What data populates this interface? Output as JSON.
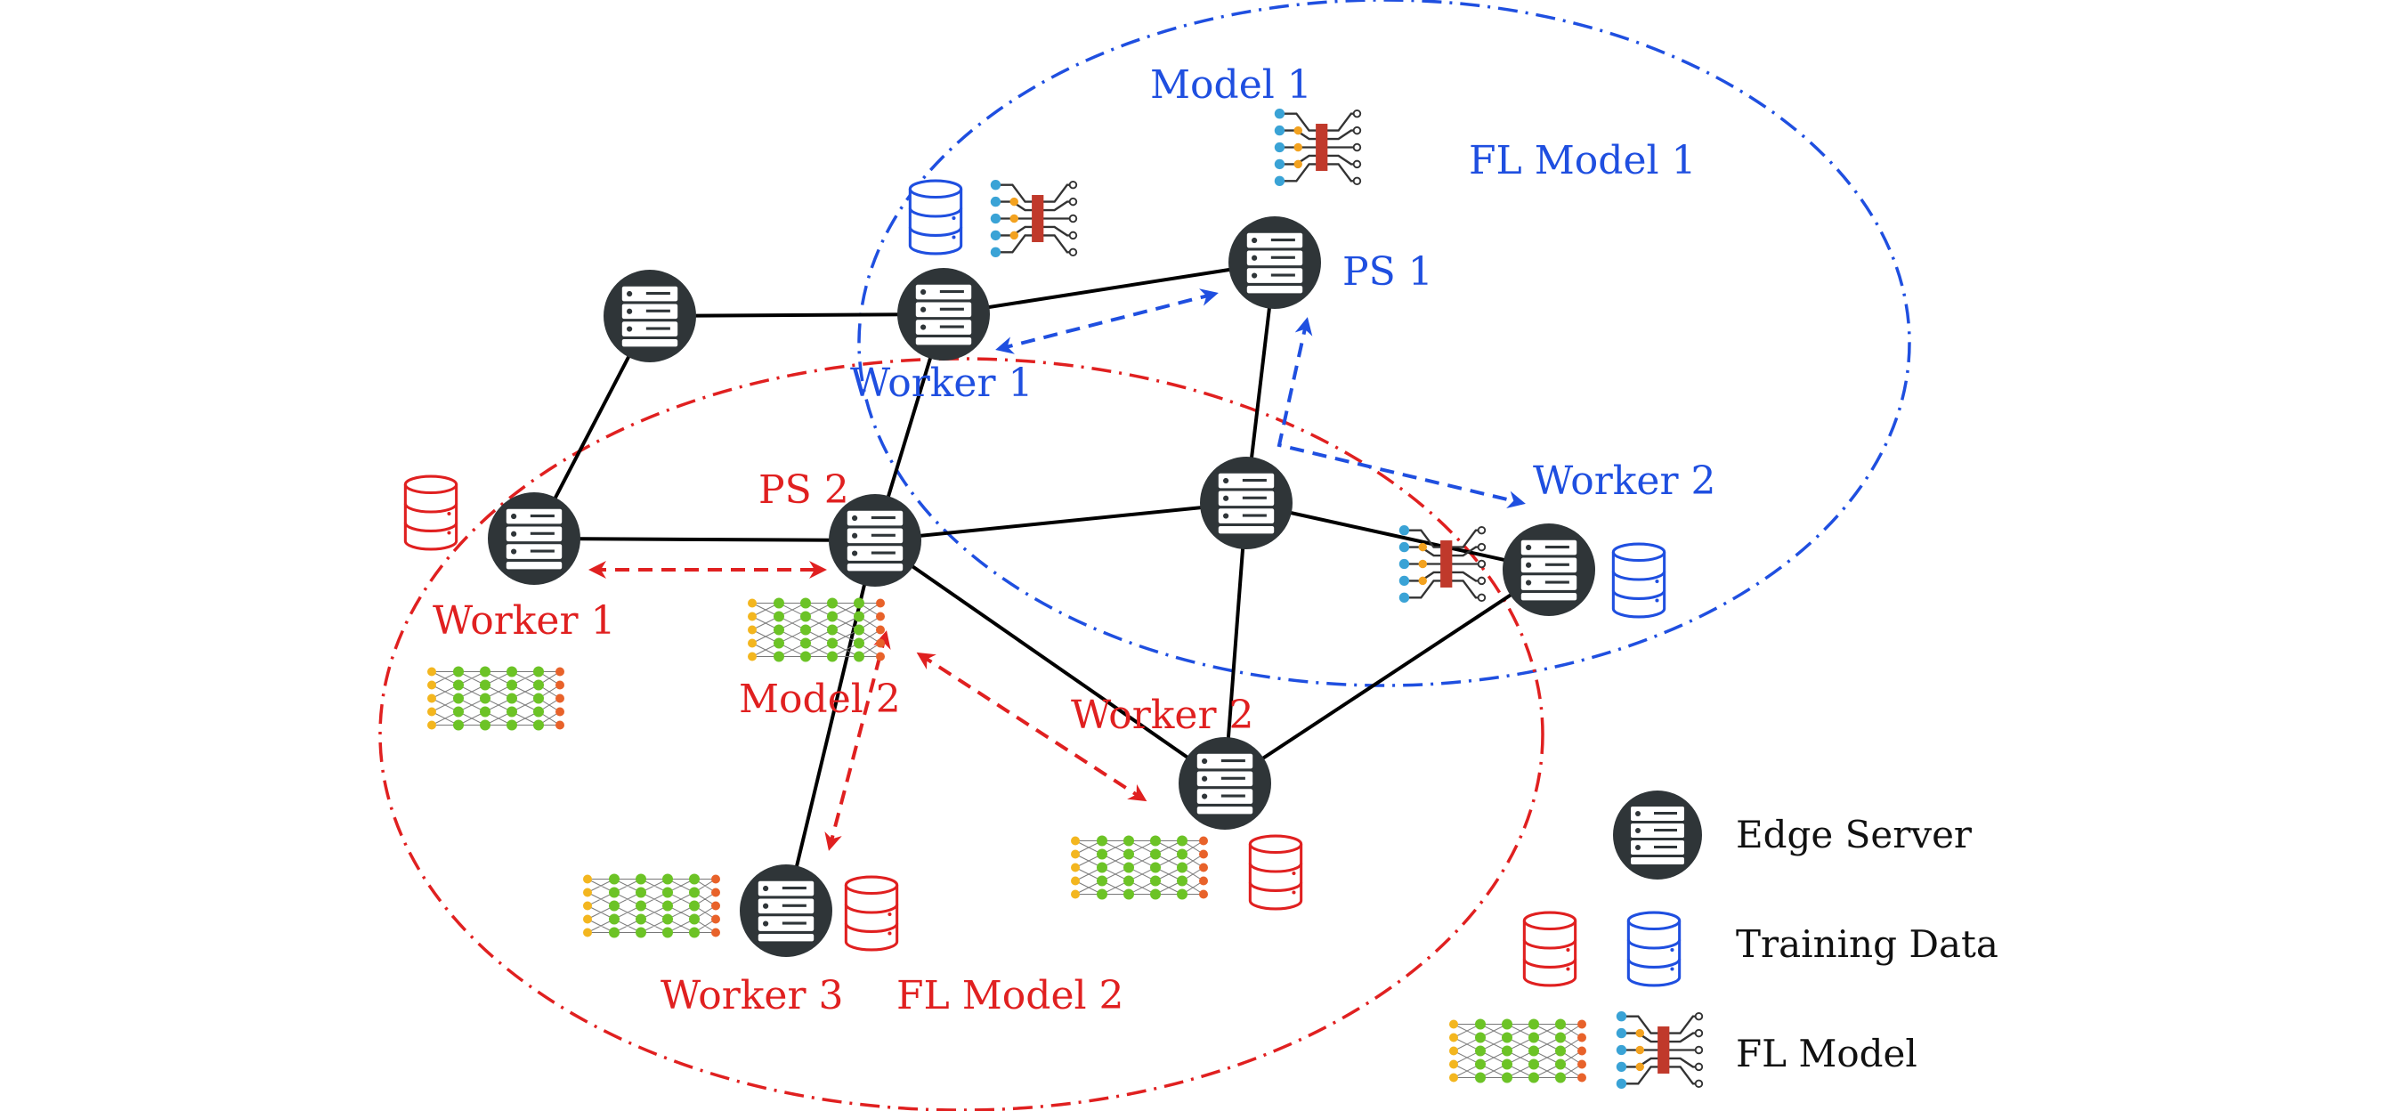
{
  "colors": {
    "blue": "#1f4fe0",
    "red": "#e02020",
    "server": "#2f3538",
    "link": "#000000",
    "neuron_green": "#6cc326",
    "neuron_yellow": "#f3b61f",
    "neuron_orange": "#e8622a",
    "neuron_blue": "#3aa3d6",
    "neuron_red": "#c0392b"
  },
  "fl1": {
    "title": "FL Model 1",
    "model_label": "Model 1",
    "ps_label": "PS 1",
    "worker1_label": "Worker 1",
    "worker2_label": "Worker 2"
  },
  "fl2": {
    "title": "FL Model 2",
    "model_label": "Model 2",
    "ps_label": "PS 2",
    "worker1_label": "Worker 1",
    "worker2_label": "Worker 2",
    "worker3_label": "Worker 3"
  },
  "legend": {
    "edge_server": "Edge Server",
    "training_data": "Training Data",
    "fl_model": "FL Model"
  },
  "icons": {
    "server": "edge-server-icon",
    "database": "database-icon",
    "model_red": "neural-network-icon",
    "model_blue": "chip-network-icon"
  }
}
